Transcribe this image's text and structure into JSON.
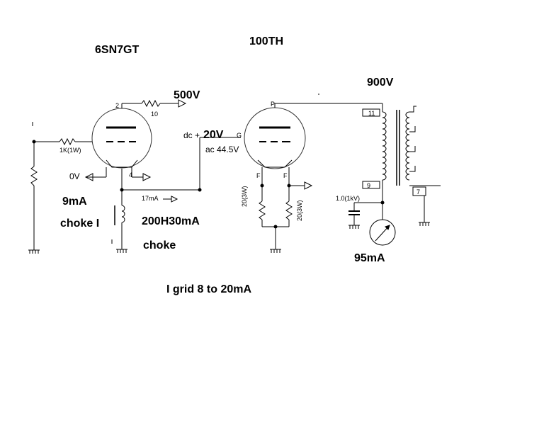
{
  "labels": {
    "tube1": "6SN7GT",
    "tube2": "100TH",
    "v500": "500V",
    "v900": "900V",
    "r10": "10",
    "pin2": "2",
    "pin4": "4",
    "dc": "dc +",
    "v20": "20V",
    "g": "G",
    "ac": "ac 44.5V",
    "p": "P",
    "f1": "F",
    "f2": "F",
    "r1k": "1K(1W)",
    "zero": "0V",
    "ma9": "9mA",
    "ma17": "17mA",
    "chokeL": "choke I",
    "h200": "200H30mA",
    "choke": "choke",
    "r20a": "20(3W)",
    "r20b": "20(3W)",
    "t11": "11",
    "t9": "9",
    "t7": "7",
    "cap": "1.0(1kV)",
    "ma95": "95mA",
    "igrid": "I grid 8 to 20mA"
  }
}
